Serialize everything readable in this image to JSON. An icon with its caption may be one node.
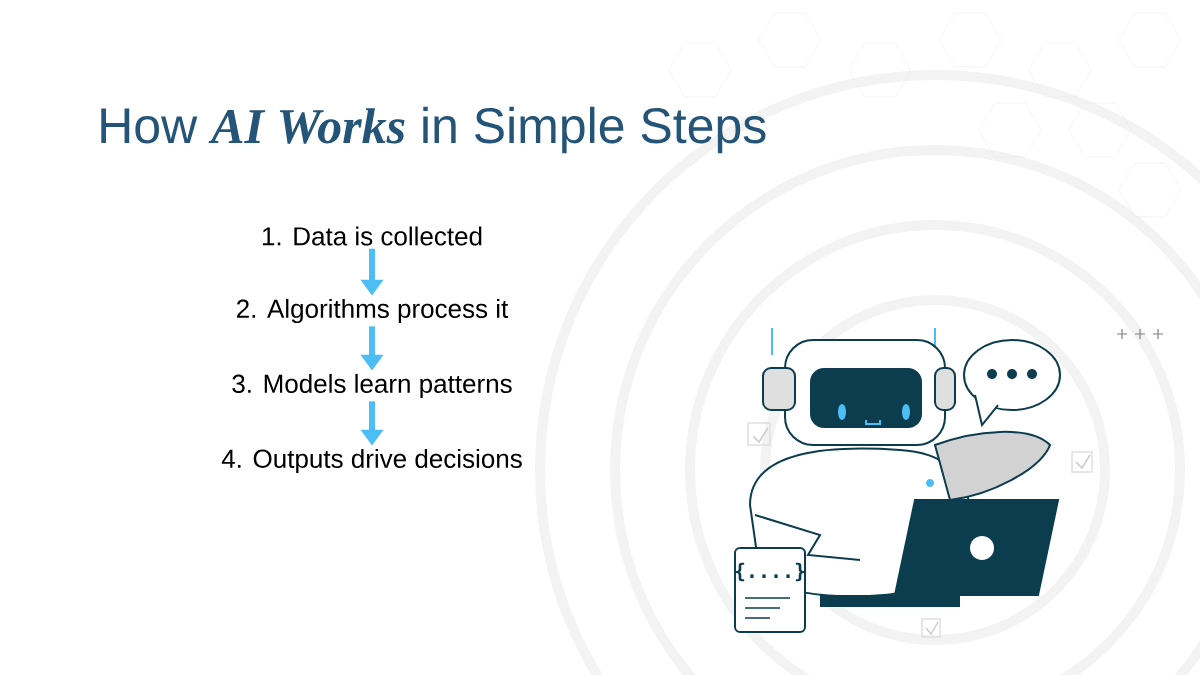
{
  "diagram": {
    "title": "How **AI Works** in Simple Steps",
    "nodes": [
      {
        "text": [
          "1.  Data is collected"
        ]
      },
      {
        "text": [
          "2.  Algorithms process it"
        ]
      },
      {
        "text": [
          "3.  Models learn patterns"
        ]
      },
      {
        "text": [
          "4.  Outputs drive decisions"
        ]
      }
    ],
    "edges": [
      {
        "from": 0,
        "to": 1,
        "arrow": "to"
      },
      {
        "from": 1,
        "to": 2,
        "arrow": "to"
      },
      {
        "from": 2,
        "to": 3,
        "arrow": "to"
      }
    ],
    "labels": [
      "{....}"
    ]
  }
}
